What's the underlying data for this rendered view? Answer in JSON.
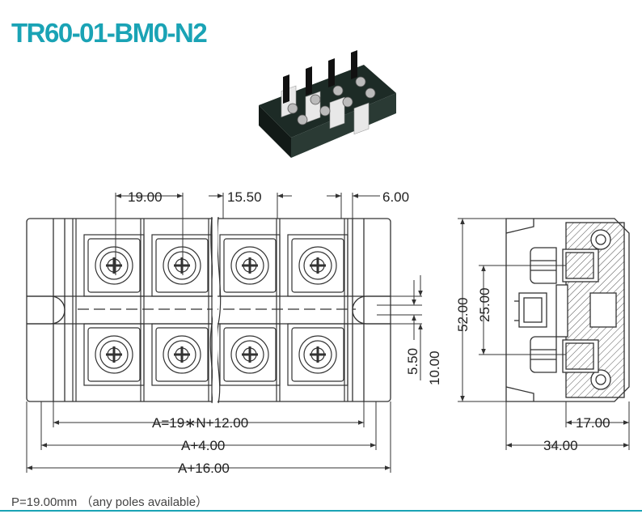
{
  "title": "TR60-01-BM0-N2",
  "dimensions": {
    "pitch": "19.00",
    "gap": "15.50",
    "offset": "6.00",
    "a_formula": "A=19∗N+12.00",
    "a_plus_4": "A+4.00",
    "a_plus_16": "A+16.00",
    "slot_width": "5.50",
    "slot_span": "10.00",
    "height": "52.00",
    "inner_height": "25.00",
    "depth_inner": "17.00",
    "depth_total": "34.00"
  },
  "footer": "P=19.00mm （any poles available）",
  "colors": {
    "accent": "#1aa3b5",
    "line": "#333333"
  }
}
